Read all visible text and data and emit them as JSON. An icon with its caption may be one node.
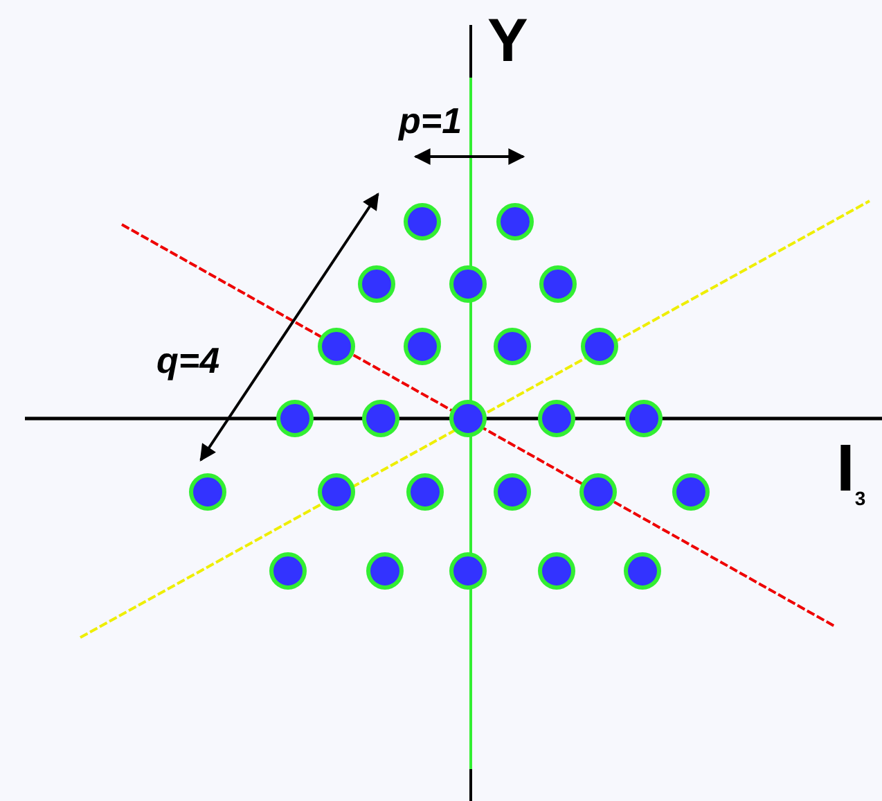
{
  "diagram": {
    "labels": [
      "Y",
      "p=1",
      "q=4",
      "I$_{3}$"
    ]
  }
}
